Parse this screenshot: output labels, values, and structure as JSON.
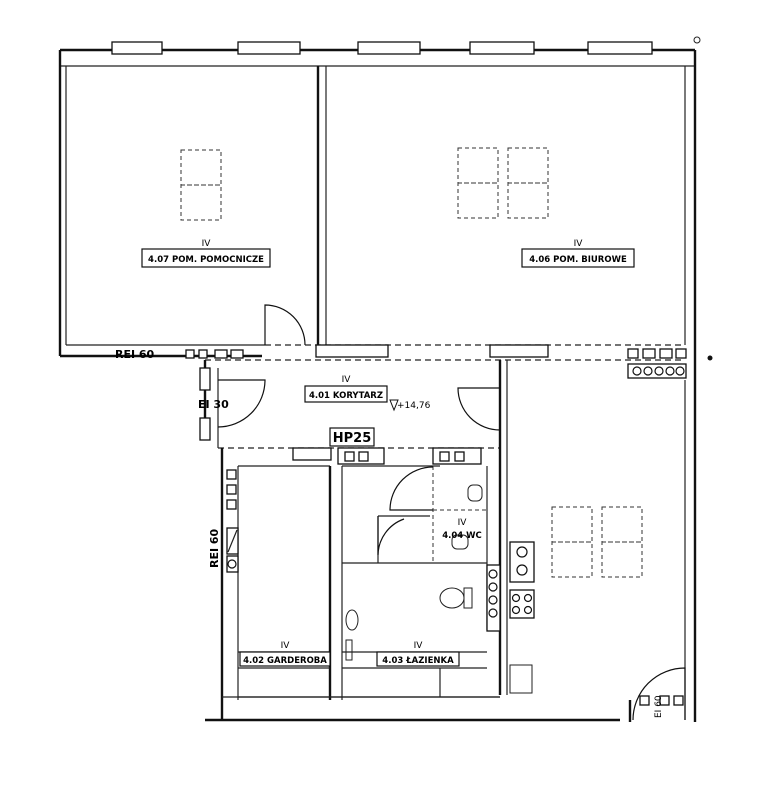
{
  "rooms": {
    "r407": {
      "class": "IV",
      "name": "4.07 POM. POMOCNICZE"
    },
    "r406": {
      "class": "IV",
      "name": "4.06 POM. BIUROWE"
    },
    "r401": {
      "class": "IV",
      "name": "4.01 KORYTARZ"
    },
    "r402": {
      "class": "IV",
      "name": "4.02 GARDEROBA"
    },
    "r403": {
      "class": "IV",
      "name": "4.03 ŁAZIENKA"
    },
    "r404": {
      "class": "IV",
      "name": "4.04 WC"
    }
  },
  "annotations": {
    "rei_top": "REI 60",
    "rei_left": "REI 60",
    "ei_door": "EI 30",
    "hp": "HP25",
    "level": "+14,76",
    "door_code": "EI 60"
  }
}
